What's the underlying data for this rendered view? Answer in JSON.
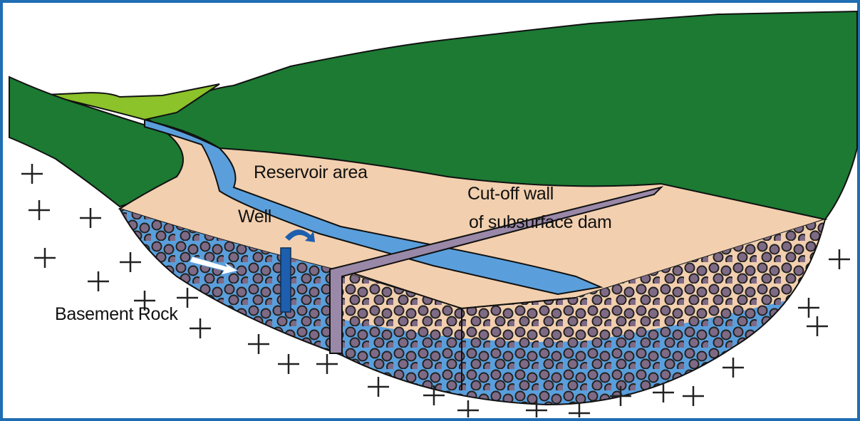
{
  "diagram": {
    "labels": {
      "reservoir": "Reservoir area",
      "well": "Well",
      "cutoff_line1": "Cut-off wall",
      "cutoff_line2": "of subsurface dam",
      "basement": "Basement Rock"
    },
    "colors": {
      "frame": "#1f6db3",
      "hill": "#1c7a33",
      "meadow": "#8cc22a",
      "sand": "#f2cfae",
      "water": "#5a9fdc",
      "wall": "#9a88a8",
      "gravel": "#7f6a85",
      "well_pipe": "#1d5fae"
    }
  }
}
